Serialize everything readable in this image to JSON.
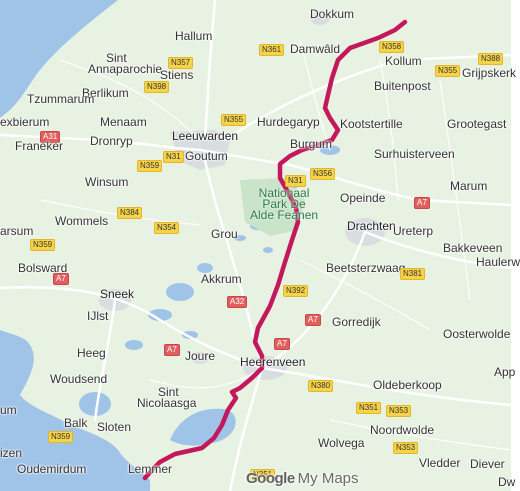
{
  "map": {
    "brand_google": "Google",
    "brand_product": "My Maps",
    "route_color": "#c4185c",
    "water_color": "#9fc4e8",
    "land_color": "#e8f2e2"
  },
  "labels": [
    {
      "name": "dokkum",
      "text": "Dokkum",
      "kind": "town"
    },
    {
      "name": "hallum",
      "text": "Hallum",
      "kind": "town"
    },
    {
      "name": "n361",
      "text": "N361",
      "kind": "n"
    },
    {
      "name": "damwald",
      "text": "Damwâld",
      "kind": "town"
    },
    {
      "name": "n358",
      "text": "N358",
      "kind": "n"
    },
    {
      "name": "kollum",
      "text": "Kollum",
      "kind": "town"
    },
    {
      "name": "n388",
      "text": "N388",
      "kind": "n"
    },
    {
      "name": "sint",
      "text": "Sint",
      "kind": "town"
    },
    {
      "name": "annaparochie",
      "text": "Annaparochie",
      "kind": "town"
    },
    {
      "name": "n357",
      "text": "N357",
      "kind": "n"
    },
    {
      "name": "stiens",
      "text": "Stiens",
      "kind": "town"
    },
    {
      "name": "n355-east",
      "text": "N355",
      "kind": "n"
    },
    {
      "name": "grijpskerk",
      "text": "Grijpskerk",
      "kind": "town"
    },
    {
      "name": "berlikum",
      "text": "Berlikum",
      "kind": "town"
    },
    {
      "name": "n398",
      "text": "N398",
      "kind": "n"
    },
    {
      "name": "buitenpost",
      "text": "Buitenpost",
      "kind": "town"
    },
    {
      "name": "tzummarum",
      "text": "Tzummarum",
      "kind": "town"
    },
    {
      "name": "leeuwarden",
      "text": "Leeuwarden",
      "kind": "city"
    },
    {
      "name": "n355-west",
      "text": "N355",
      "kind": "n"
    },
    {
      "name": "hurdegaryp",
      "text": "Hurdegaryp",
      "kind": "town"
    },
    {
      "name": "kootstertille",
      "text": "Kootstertille",
      "kind": "town"
    },
    {
      "name": "grootegast",
      "text": "Grootegast",
      "kind": "town"
    },
    {
      "name": "menaam",
      "text": "Menaam",
      "kind": "town"
    },
    {
      "name": "sexbierum",
      "text": "exbierum",
      "kind": "town"
    },
    {
      "name": "a31",
      "text": "A31",
      "kind": "a"
    },
    {
      "name": "franeker",
      "text": "Franeker",
      "kind": "town"
    },
    {
      "name": "dronryp",
      "text": "Dronryp",
      "kind": "town"
    },
    {
      "name": "goutum",
      "text": "Goutum",
      "kind": "town"
    },
    {
      "name": "n31-north",
      "text": "N31",
      "kind": "n"
    },
    {
      "name": "burgum",
      "text": "Burgum",
      "kind": "town"
    },
    {
      "name": "surhuisterveen",
      "text": "Surhuisterveen",
      "kind": "town"
    },
    {
      "name": "n359-north",
      "text": "N359",
      "kind": "n"
    },
    {
      "name": "winsum",
      "text": "Winsum",
      "kind": "town"
    },
    {
      "name": "n356",
      "text": "N356",
      "kind": "n"
    },
    {
      "name": "n31-south",
      "text": "N31",
      "kind": "n"
    },
    {
      "name": "park",
      "text": "Nationaal\nPark De\nAlde Feanen",
      "kind": "park"
    },
    {
      "name": "opeinde",
      "text": "Opeinde",
      "kind": "town"
    },
    {
      "name": "marum",
      "text": "Marum",
      "kind": "town"
    },
    {
      "name": "a7-east",
      "text": "A7",
      "kind": "a"
    },
    {
      "name": "drachten",
      "text": "Drachten",
      "kind": "city"
    },
    {
      "name": "ureterp",
      "text": "Ureterp",
      "kind": "town"
    },
    {
      "name": "wommels",
      "text": "Wommels",
      "kind": "town"
    },
    {
      "name": "n384",
      "text": "N384",
      "kind": "n"
    },
    {
      "name": "n354",
      "text": "N354",
      "kind": "n"
    },
    {
      "name": "grou",
      "text": "Grou",
      "kind": "town"
    },
    {
      "name": "bakkeveen",
      "text": "Bakkeveen",
      "kind": "town"
    },
    {
      "name": "harsum",
      "text": "arsum",
      "kind": "town"
    },
    {
      "name": "n359-west",
      "text": "N359",
      "kind": "n"
    },
    {
      "name": "haulerw",
      "text": "Haulerw",
      "kind": "town"
    },
    {
      "name": "beetsterzwaag",
      "text": "Beetsterzwaag",
      "kind": "town"
    },
    {
      "name": "n381",
      "text": "N381",
      "kind": "n"
    },
    {
      "name": "bolsward",
      "text": "Bolsward",
      "kind": "town"
    },
    {
      "name": "a7-west",
      "text": "A7",
      "kind": "a"
    },
    {
      "name": "akkrum",
      "text": "Akkrum",
      "kind": "town"
    },
    {
      "name": "n392",
      "text": "N392",
      "kind": "n"
    },
    {
      "name": "sneek",
      "text": "Sneek",
      "kind": "city"
    },
    {
      "name": "a32",
      "text": "A32",
      "kind": "a"
    },
    {
      "name": "a7-mid",
      "text": "A7",
      "kind": "a"
    },
    {
      "name": "gorredijk",
      "text": "Gorredijk",
      "kind": "town"
    },
    {
      "name": "ijlst",
      "text": "IJlst",
      "kind": "town"
    },
    {
      "name": "oosterwolde",
      "text": "Oosterwolde",
      "kind": "town"
    },
    {
      "name": "a7-south",
      "text": "A7",
      "kind": "a"
    },
    {
      "name": "heeg",
      "text": "Heeg",
      "kind": "town"
    },
    {
      "name": "joure",
      "text": "Joure",
      "kind": "town"
    },
    {
      "name": "heerenveen",
      "text": "Heerenveen",
      "kind": "city"
    },
    {
      "name": "woudsend",
      "text": "Woudsend",
      "kind": "town"
    },
    {
      "name": "n380",
      "text": "N380",
      "kind": "n"
    },
    {
      "name": "oldeberkoop",
      "text": "Oldeberkoop",
      "kind": "town"
    },
    {
      "name": "app",
      "text": "App",
      "kind": "town"
    },
    {
      "name": "sint2",
      "text": "Sint",
      "kind": "town"
    },
    {
      "name": "nicolaasga",
      "text": "Nicolaasga",
      "kind": "town"
    },
    {
      "name": "um",
      "text": "um",
      "kind": "town"
    },
    {
      "name": "n351",
      "text": "N351",
      "kind": "n"
    },
    {
      "name": "n353-north",
      "text": "N353",
      "kind": "n"
    },
    {
      "name": "balk",
      "text": "Balk",
      "kind": "town"
    },
    {
      "name": "sloten",
      "text": "Sloten",
      "kind": "town"
    },
    {
      "name": "noordwolde",
      "text": "Noordwolde",
      "kind": "town"
    },
    {
      "name": "n359-south",
      "text": "N359",
      "kind": "n"
    },
    {
      "name": "wolvega",
      "text": "Wolvega",
      "kind": "town"
    },
    {
      "name": "n353-south",
      "text": "N353",
      "kind": "n"
    },
    {
      "name": "izen",
      "text": "izen",
      "kind": "town"
    },
    {
      "name": "vledder",
      "text": "Vledder",
      "kind": "town"
    },
    {
      "name": "diever",
      "text": "Diever",
      "kind": "town"
    },
    {
      "name": "oudemirdum",
      "text": "Oudemirdum",
      "kind": "town"
    },
    {
      "name": "lemmer",
      "text": "Lemmer",
      "kind": "town"
    },
    {
      "name": "n351-bottom",
      "text": "N351",
      "kind": "n"
    },
    {
      "name": "dw",
      "text": "Dw",
      "kind": "town"
    }
  ]
}
